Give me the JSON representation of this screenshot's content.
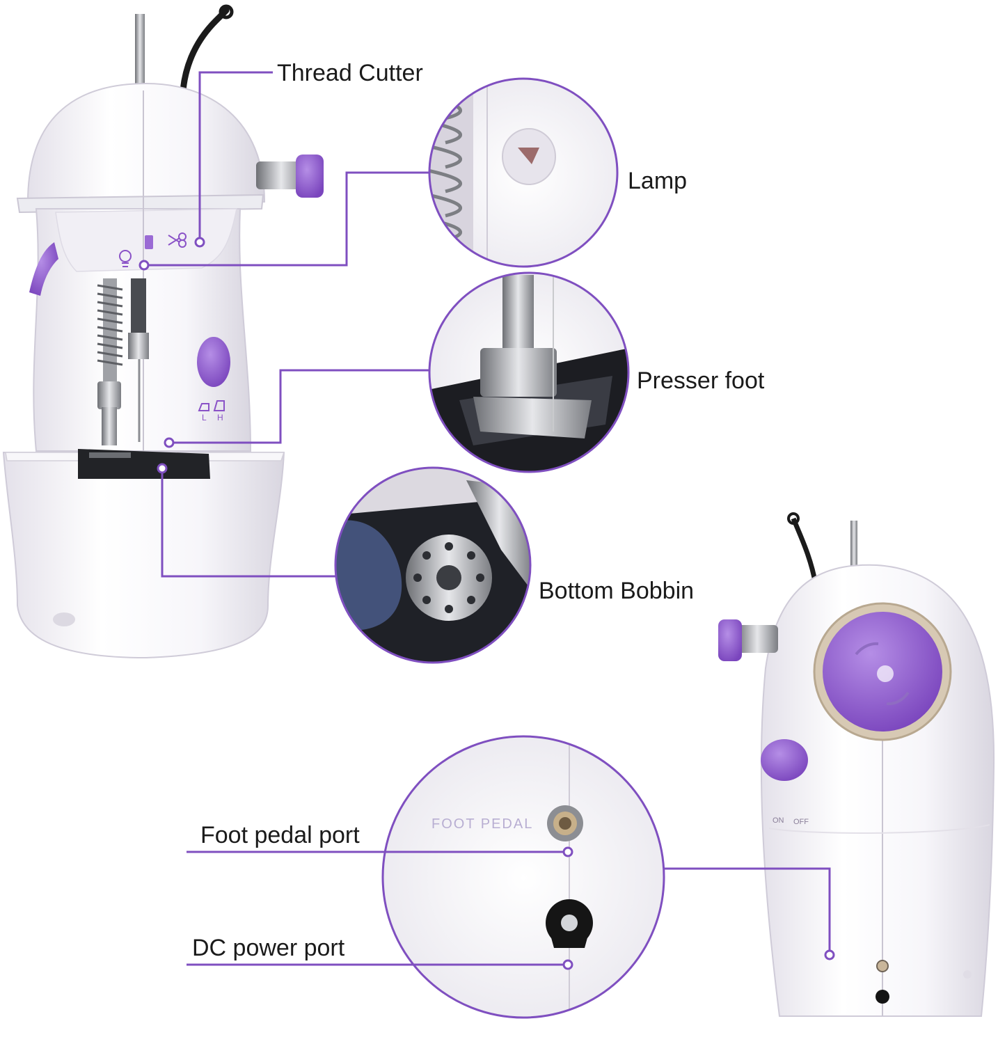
{
  "callouts": {
    "thread_cutter": "Thread Cutter",
    "lamp": "Lamp",
    "presser_foot": "Presser foot",
    "bottom_bobbin": "Bottom Bobbin",
    "foot_pedal_port": "Foot pedal port",
    "dc_power_port": "DC power port"
  },
  "device_markings": {
    "foot_pedal": "FOOT PEDAL",
    "on": "ON",
    "off": "OFF",
    "low": "L",
    "high": "H"
  },
  "colors": {
    "accent_purple": "#8a52c7",
    "leader_line": "#7f4fc0",
    "body_white": "#f4f2f7",
    "metal": "#a9abb0",
    "label_text": "#1a1a1a"
  },
  "icons": [
    "scissors-icon",
    "lamp-bulb-icon",
    "presser-foot-high-icon",
    "presser-foot-low-icon"
  ]
}
